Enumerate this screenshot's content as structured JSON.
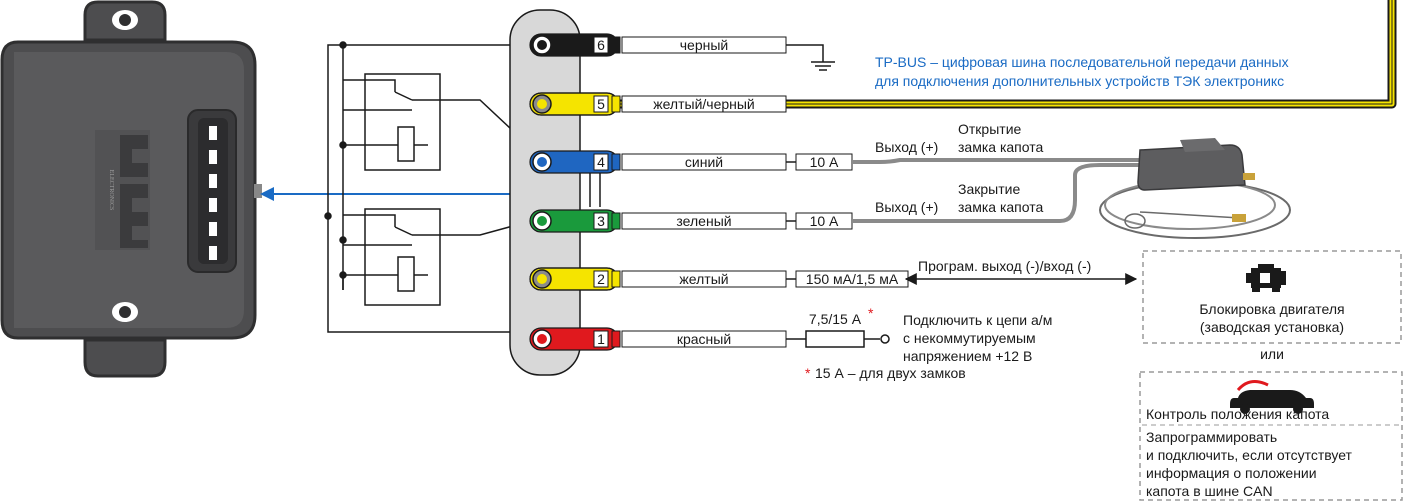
{
  "colors": {
    "black": "#1a1a1a",
    "yellow": "#f5e400",
    "blue": "#1f66c1",
    "green": "#1a9a3c",
    "red": "#e0191e",
    "connector": "#d8d8d8",
    "module": "#4d4d4f",
    "accent": "#1a6bc4"
  },
  "module": {
    "brand_icon": "tec-logo-icon",
    "brand_text": "ELECTRONICS"
  },
  "tp_bus_note": {
    "line1": "TP-BUS – цифровая шина последовательной передачи данных",
    "line2": "для подключения дополнительных устройств ТЭК электроникс"
  },
  "wires": [
    {
      "pin": "6",
      "label": "черный"
    },
    {
      "pin": "5",
      "label": "желтый/черный"
    },
    {
      "pin": "4",
      "label": "синий",
      "fuse": "10 А"
    },
    {
      "pin": "3",
      "label": "зеленый",
      "fuse": "10 А"
    },
    {
      "pin": "2",
      "label": "желтый",
      "fuse": "150 мА/1,5 мА"
    },
    {
      "pin": "1",
      "label": "красный",
      "fuse": "7,5/15 А",
      "fuse_mark": "*"
    }
  ],
  "outputs": {
    "open_prefix": "Выход (+)",
    "open_l1": "Открытие",
    "open_l2": "замка капота",
    "close_prefix": "Выход (+)",
    "close_l1": "Закрытие",
    "close_l2": "замка капота",
    "prog": "Програм. выход (-)/вход (-)"
  },
  "power": {
    "l1": "Подключить к цепи а/м",
    "l2": "с некоммутируемым",
    "l3": "напряжением +12 В",
    "note_mark": "*",
    "note": "15 А – для двух замков"
  },
  "engine_box": {
    "icon": "engine-icon",
    "l1": "Блокировка двигателя",
    "l2": "(заводская установка)"
  },
  "or_text": "или",
  "hood_box": {
    "icon": "car-hood-icon",
    "title": "Контроль положения капота",
    "l1": "Запрограммировать",
    "l2": "и подключить, если отсутствует",
    "l3": "информация о положении",
    "l4": "капота в шине CAN"
  }
}
